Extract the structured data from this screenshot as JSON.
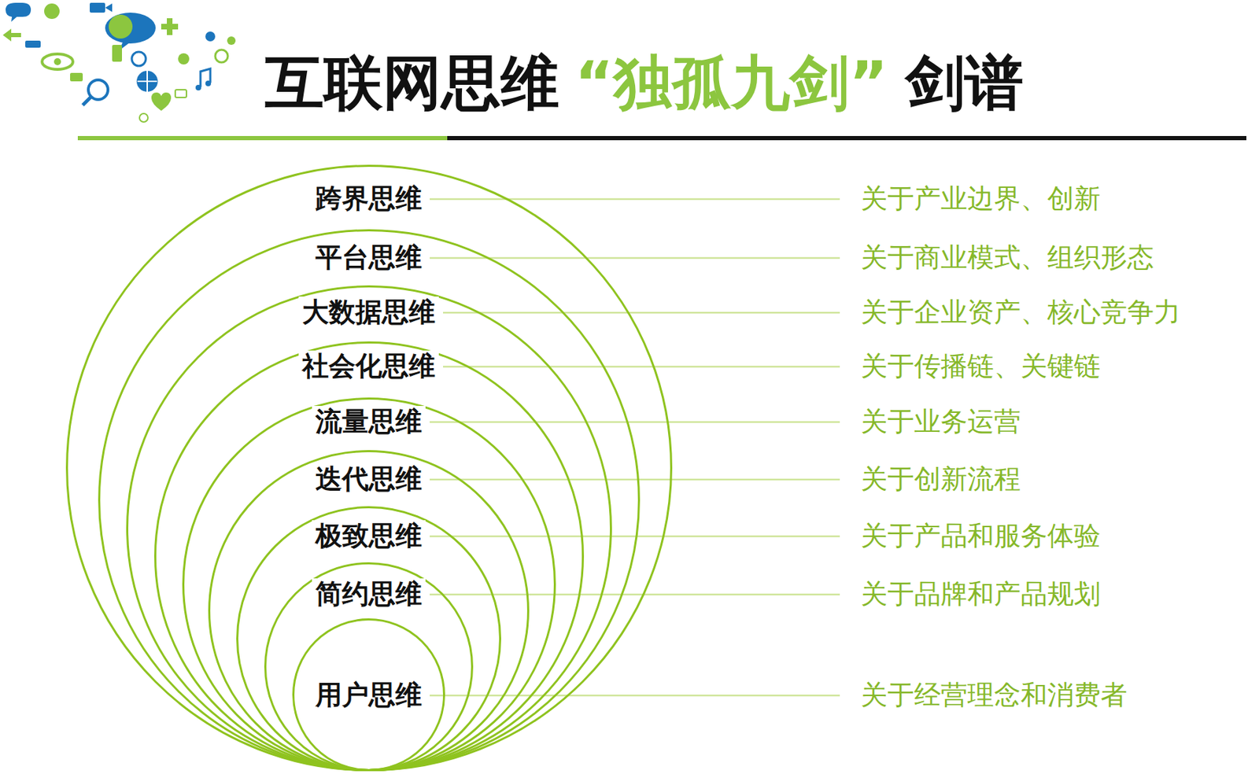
{
  "diagram": {
    "title": "互联网思维",
    "nodes": [
      {
        "text": [
          "跨界思维"
        ]
      },
      {
        "text": [
          "平台思维"
        ],
        "in": 0
      },
      {
        "text": [
          "大数据思维"
        ],
        "in": 1
      },
      {
        "text": [
          "社会化思维"
        ],
        "in": 2
      },
      {
        "text": [
          "流量思维"
        ],
        "in": 3
      },
      {
        "text": [
          "迭代思维"
        ],
        "in": 4
      },
      {
        "text": [
          "极致思维"
        ],
        "in": 5
      },
      {
        "text": [
          "简约思维"
        ],
        "in": 6
      },
      {
        "text": [
          "用户思维"
        ],
        "in": 7
      }
    ],
    "labels": [
      "“独孤九剑”",
      "剑谱",
      "关于产业边界、创新",
      "关于商业模式、组织形态",
      "关于企业资产、核心竞争力",
      "关于传播链、关键链",
      "关于业务运营",
      "关于创新流程",
      "关于产品和服务体验",
      "关于品牌和产品规划",
      "关于经营理念和消费者"
    ]
  }
}
